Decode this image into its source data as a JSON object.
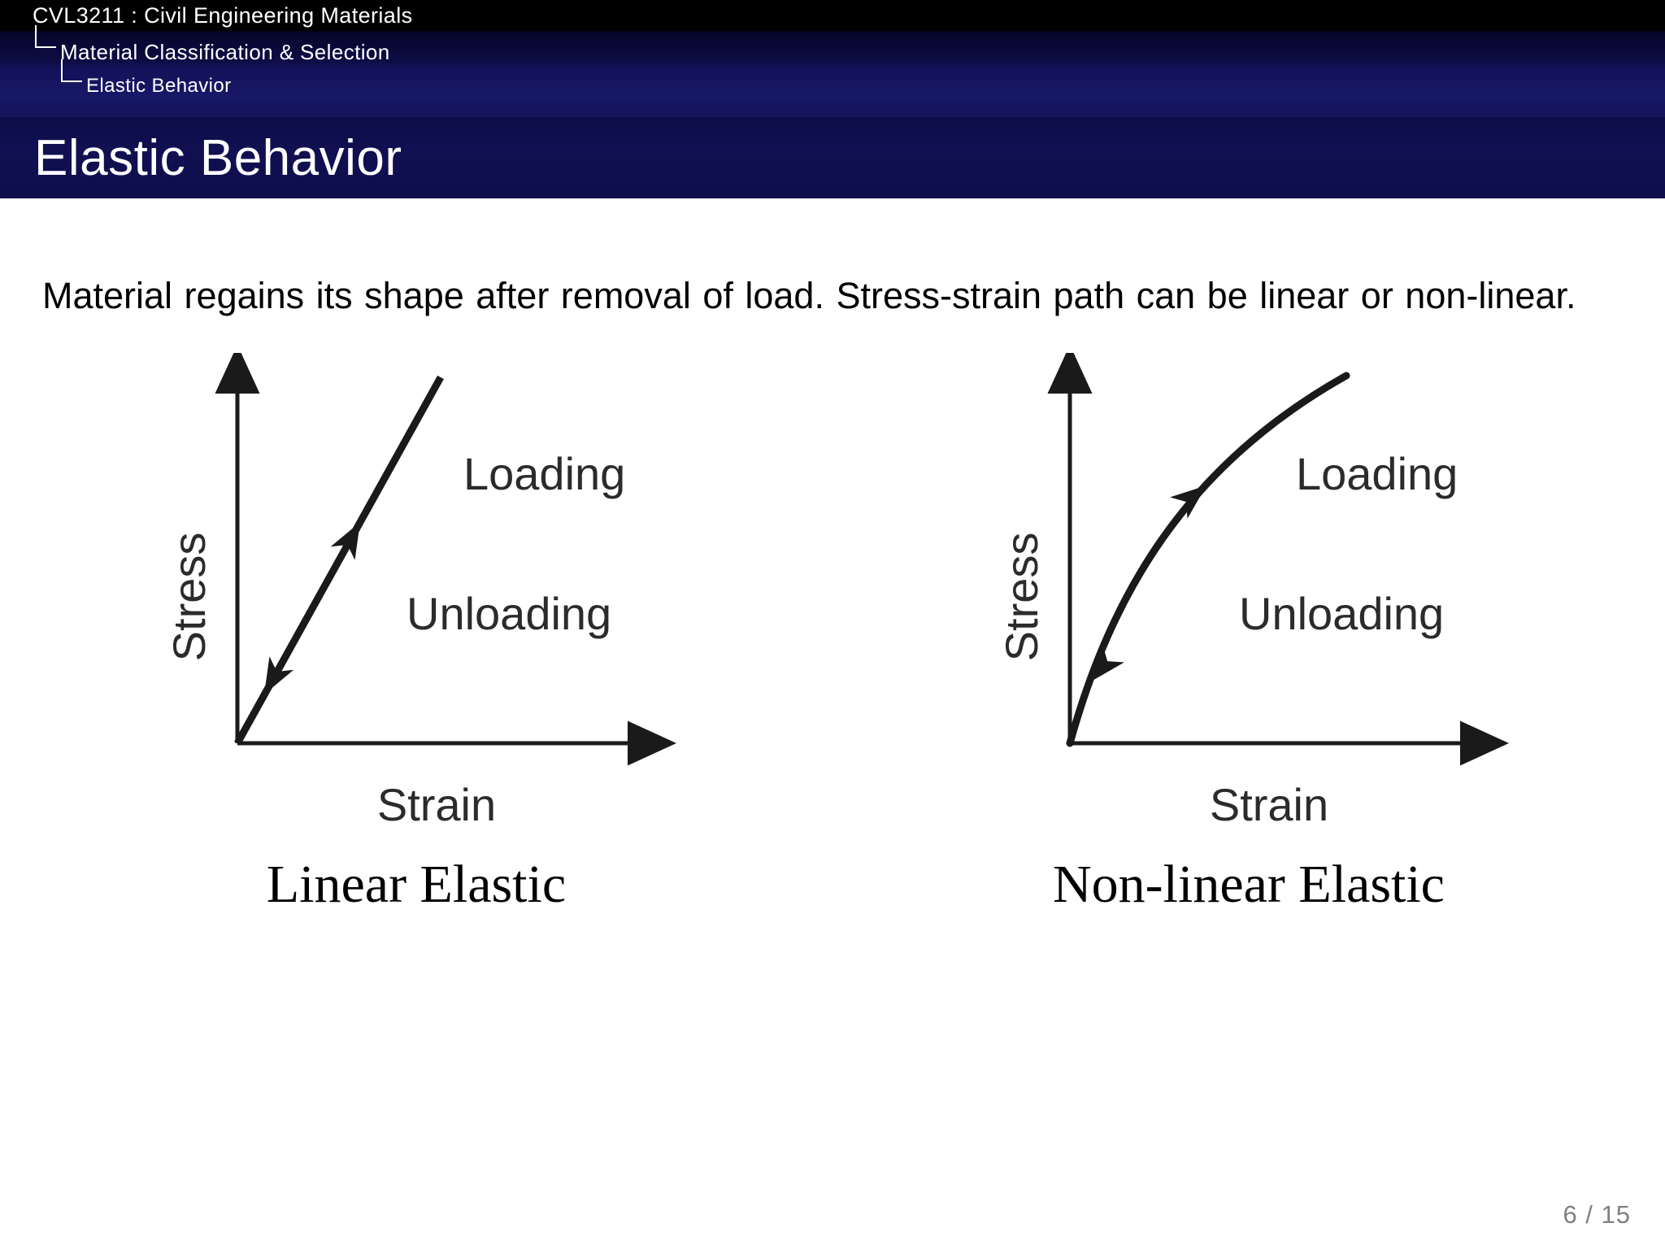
{
  "nav": {
    "breadcrumbs": [
      {
        "label": "CVL3211 : Civil Engineering Materials",
        "level": 0
      },
      {
        "label": "Material Classification & Selection",
        "level": 1
      },
      {
        "label": "Elastic Behavior",
        "level": 2
      }
    ]
  },
  "header": {
    "title": "Elastic Behavior"
  },
  "main": {
    "paragraph": "Material regains its shape after removal of load. Stress-strain path can be linear or non-linear."
  },
  "chart_data": [
    {
      "type": "line",
      "title": "Linear Elastic",
      "xlabel": "Strain",
      "ylabel": "Stress",
      "grid": false,
      "axes": "arrows",
      "annotations": [
        "Loading",
        "Unloading"
      ],
      "x": [
        0,
        1
      ],
      "y": [
        0,
        1
      ],
      "series": [
        {
          "name": "Loading / Unloading path",
          "shape": "straight",
          "x": [
            0.0,
            0.25,
            0.5,
            0.75,
            1.0
          ],
          "y": [
            0.0,
            0.25,
            0.5,
            0.75,
            1.0
          ]
        }
      ],
      "xlim": [
        0,
        1
      ],
      "ylim": [
        0,
        1
      ]
    },
    {
      "type": "line",
      "title": "Non-linear Elastic",
      "xlabel": "Strain",
      "ylabel": "Stress",
      "grid": false,
      "axes": "arrows",
      "annotations": [
        "Loading",
        "Unloading"
      ],
      "x": [
        0,
        1
      ],
      "y": [
        0,
        1
      ],
      "series": [
        {
          "name": "Loading / Unloading path",
          "shape": "concave-down",
          "x": [
            0.0,
            0.12,
            0.25,
            0.4,
            0.55,
            0.7,
            0.85,
            1.0
          ],
          "y": [
            0.0,
            0.32,
            0.52,
            0.68,
            0.79,
            0.87,
            0.94,
            1.0
          ]
        }
      ],
      "xlim": [
        0,
        1
      ],
      "ylim": [
        0,
        1
      ]
    }
  ],
  "figures": [
    {
      "caption": "Linear Elastic",
      "y_axis_label": "Stress",
      "x_axis_label": "Strain",
      "loading_label": "Loading",
      "unloading_label": "Unloading"
    },
    {
      "caption": "Non-linear Elastic",
      "y_axis_label": "Stress",
      "x_axis_label": "Strain",
      "loading_label": "Loading",
      "unloading_label": "Unloading"
    }
  ],
  "footer": {
    "page": "6 / 15"
  },
  "colors": {
    "nav_top": "#000000",
    "nav_bottom": "#141459",
    "title_bar": "#0e0e4e",
    "title_text": "#ffffff",
    "body_text": "#000000",
    "page_number": "#7f7f86",
    "figure_stroke": "#1a1a1a"
  }
}
